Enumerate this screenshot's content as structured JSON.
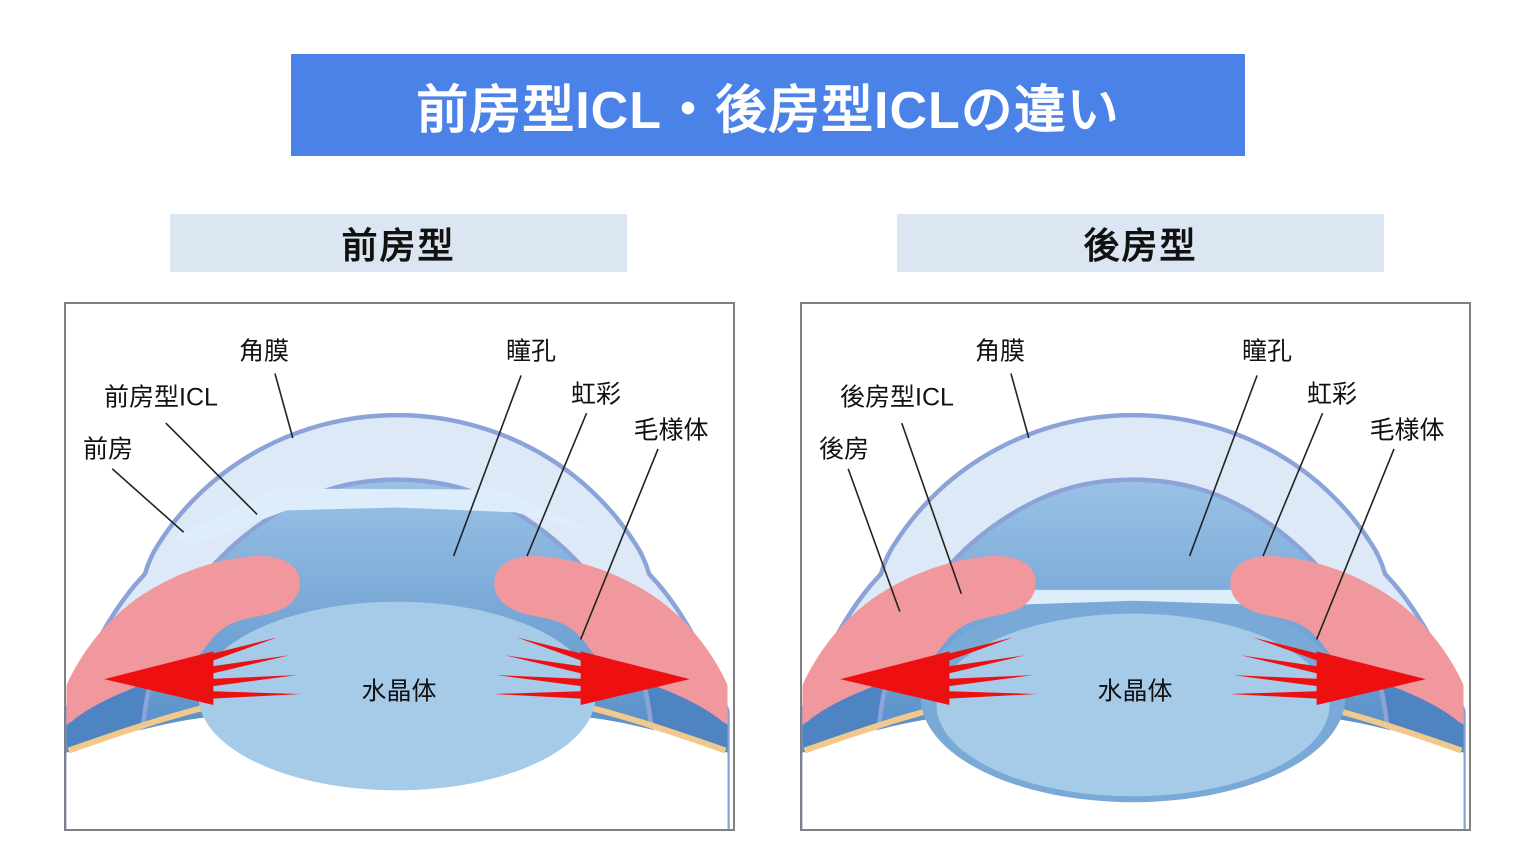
{
  "title": "前房型ICL・後房型ICLの違い",
  "panels": [
    {
      "header": "前房型",
      "labels": {
        "cornea": "角膜",
        "icl": "前房型ICL",
        "chamber": "前房",
        "pupil": "瞳孔",
        "iris": "虹彩",
        "ciliary": "毛様体",
        "lens": "水晶体"
      }
    },
    {
      "header": "後房型",
      "labels": {
        "cornea": "角膜",
        "icl": "後房型ICL",
        "chamber": "後房",
        "pupil": "瞳孔",
        "iris": "虹彩",
        "ciliary": "毛様体",
        "lens": "水晶体"
      }
    }
  ],
  "colors": {
    "banner_blue": "#4a82e8",
    "banner_text": "#ffffff",
    "section_header_bg": "#dce6f2",
    "panel_border": "#808080",
    "cornea_fill": "#dde9f6",
    "cornea_stroke": "#8ca3da",
    "chamber_top": "#9ac2e6",
    "chamber_bottom": "#5089c4",
    "vitreous_blue": "#4d84c1",
    "lens_blue": "#a6cbe9",
    "posterior_gap_blue": "#79a9d6",
    "icl_fill": "#ddeefa",
    "iris_pink": "#f0989e",
    "ciliary_red": "#ee1011",
    "sclera_orange": "#f2c98b",
    "label_text": "#111111"
  }
}
